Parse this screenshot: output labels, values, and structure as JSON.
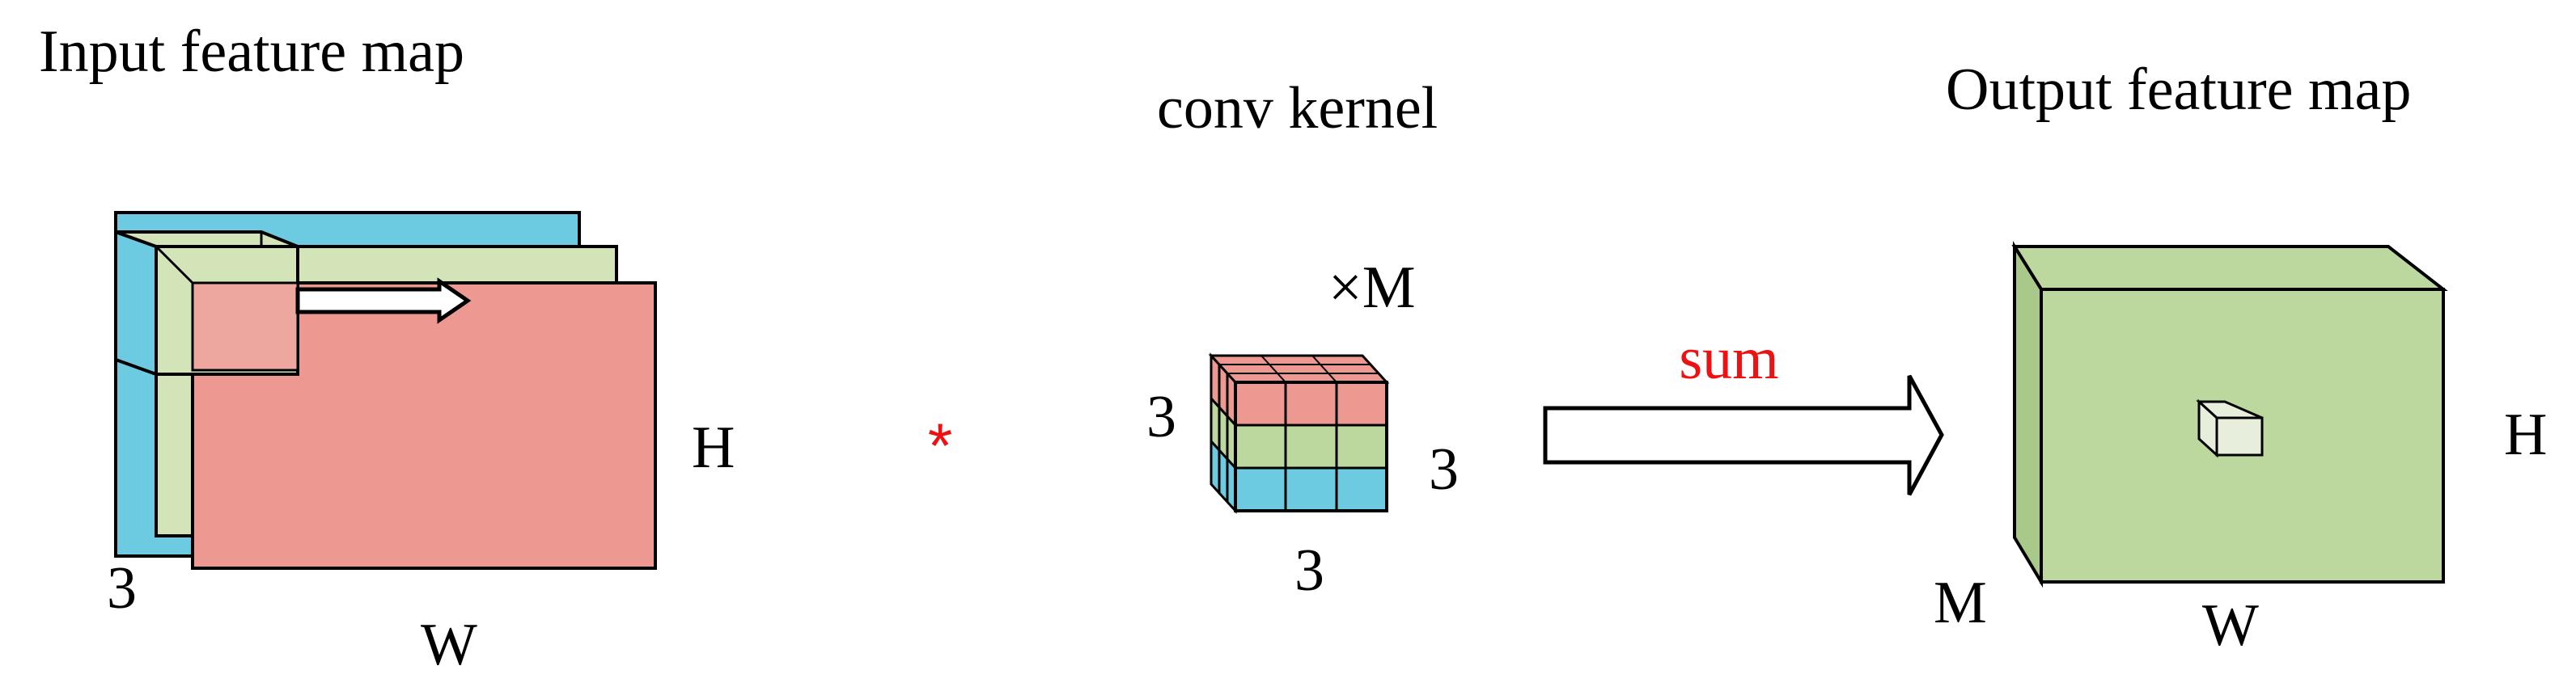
{
  "input": {
    "title": "Input feature map",
    "height_label": "H",
    "width_label": "W",
    "depth_label": "3"
  },
  "operator": "*",
  "kernel": {
    "title": "conv kernel",
    "count_label": "×M",
    "height_label": "3",
    "width_label": "3",
    "depth_label": "3"
  },
  "sum_label": "sum",
  "output": {
    "title": "Output feature map",
    "height_label": "H",
    "width_label": "W",
    "depth_label": "M"
  },
  "colors": {
    "channel_blue": "#6ccbe0",
    "channel_green": "#d2e4b8",
    "channel_red": "#ee9892",
    "output_green": "#bcd89e",
    "accent_red": "#ee1111",
    "stroke": "#000000"
  }
}
